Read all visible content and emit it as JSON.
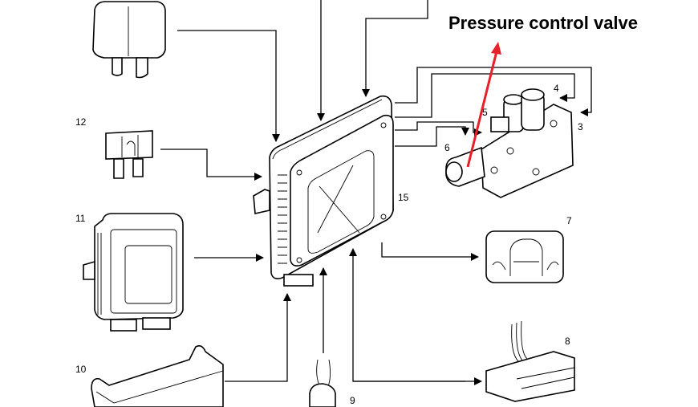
{
  "diagram": {
    "annotation": {
      "text": "Pressure control valve",
      "arrow_color": "#e8202a"
    },
    "parts": [
      {
        "id": "relay",
        "label": ""
      },
      {
        "id": "fuse",
        "label": "12"
      },
      {
        "id": "ecu-11",
        "label": "11"
      },
      {
        "id": "module-10",
        "label": "10"
      },
      {
        "id": "sensor-9",
        "label": "9"
      },
      {
        "id": "connector-8",
        "label": "8"
      },
      {
        "id": "warning-lamp-7",
        "label": "7"
      },
      {
        "id": "valve-port-6",
        "label": "6"
      },
      {
        "id": "valve-port-5",
        "label": "5"
      },
      {
        "id": "valve-port-4",
        "label": "4"
      },
      {
        "id": "valve-port-3",
        "label": "3"
      },
      {
        "id": "control-unit-15",
        "label": "15"
      }
    ]
  }
}
